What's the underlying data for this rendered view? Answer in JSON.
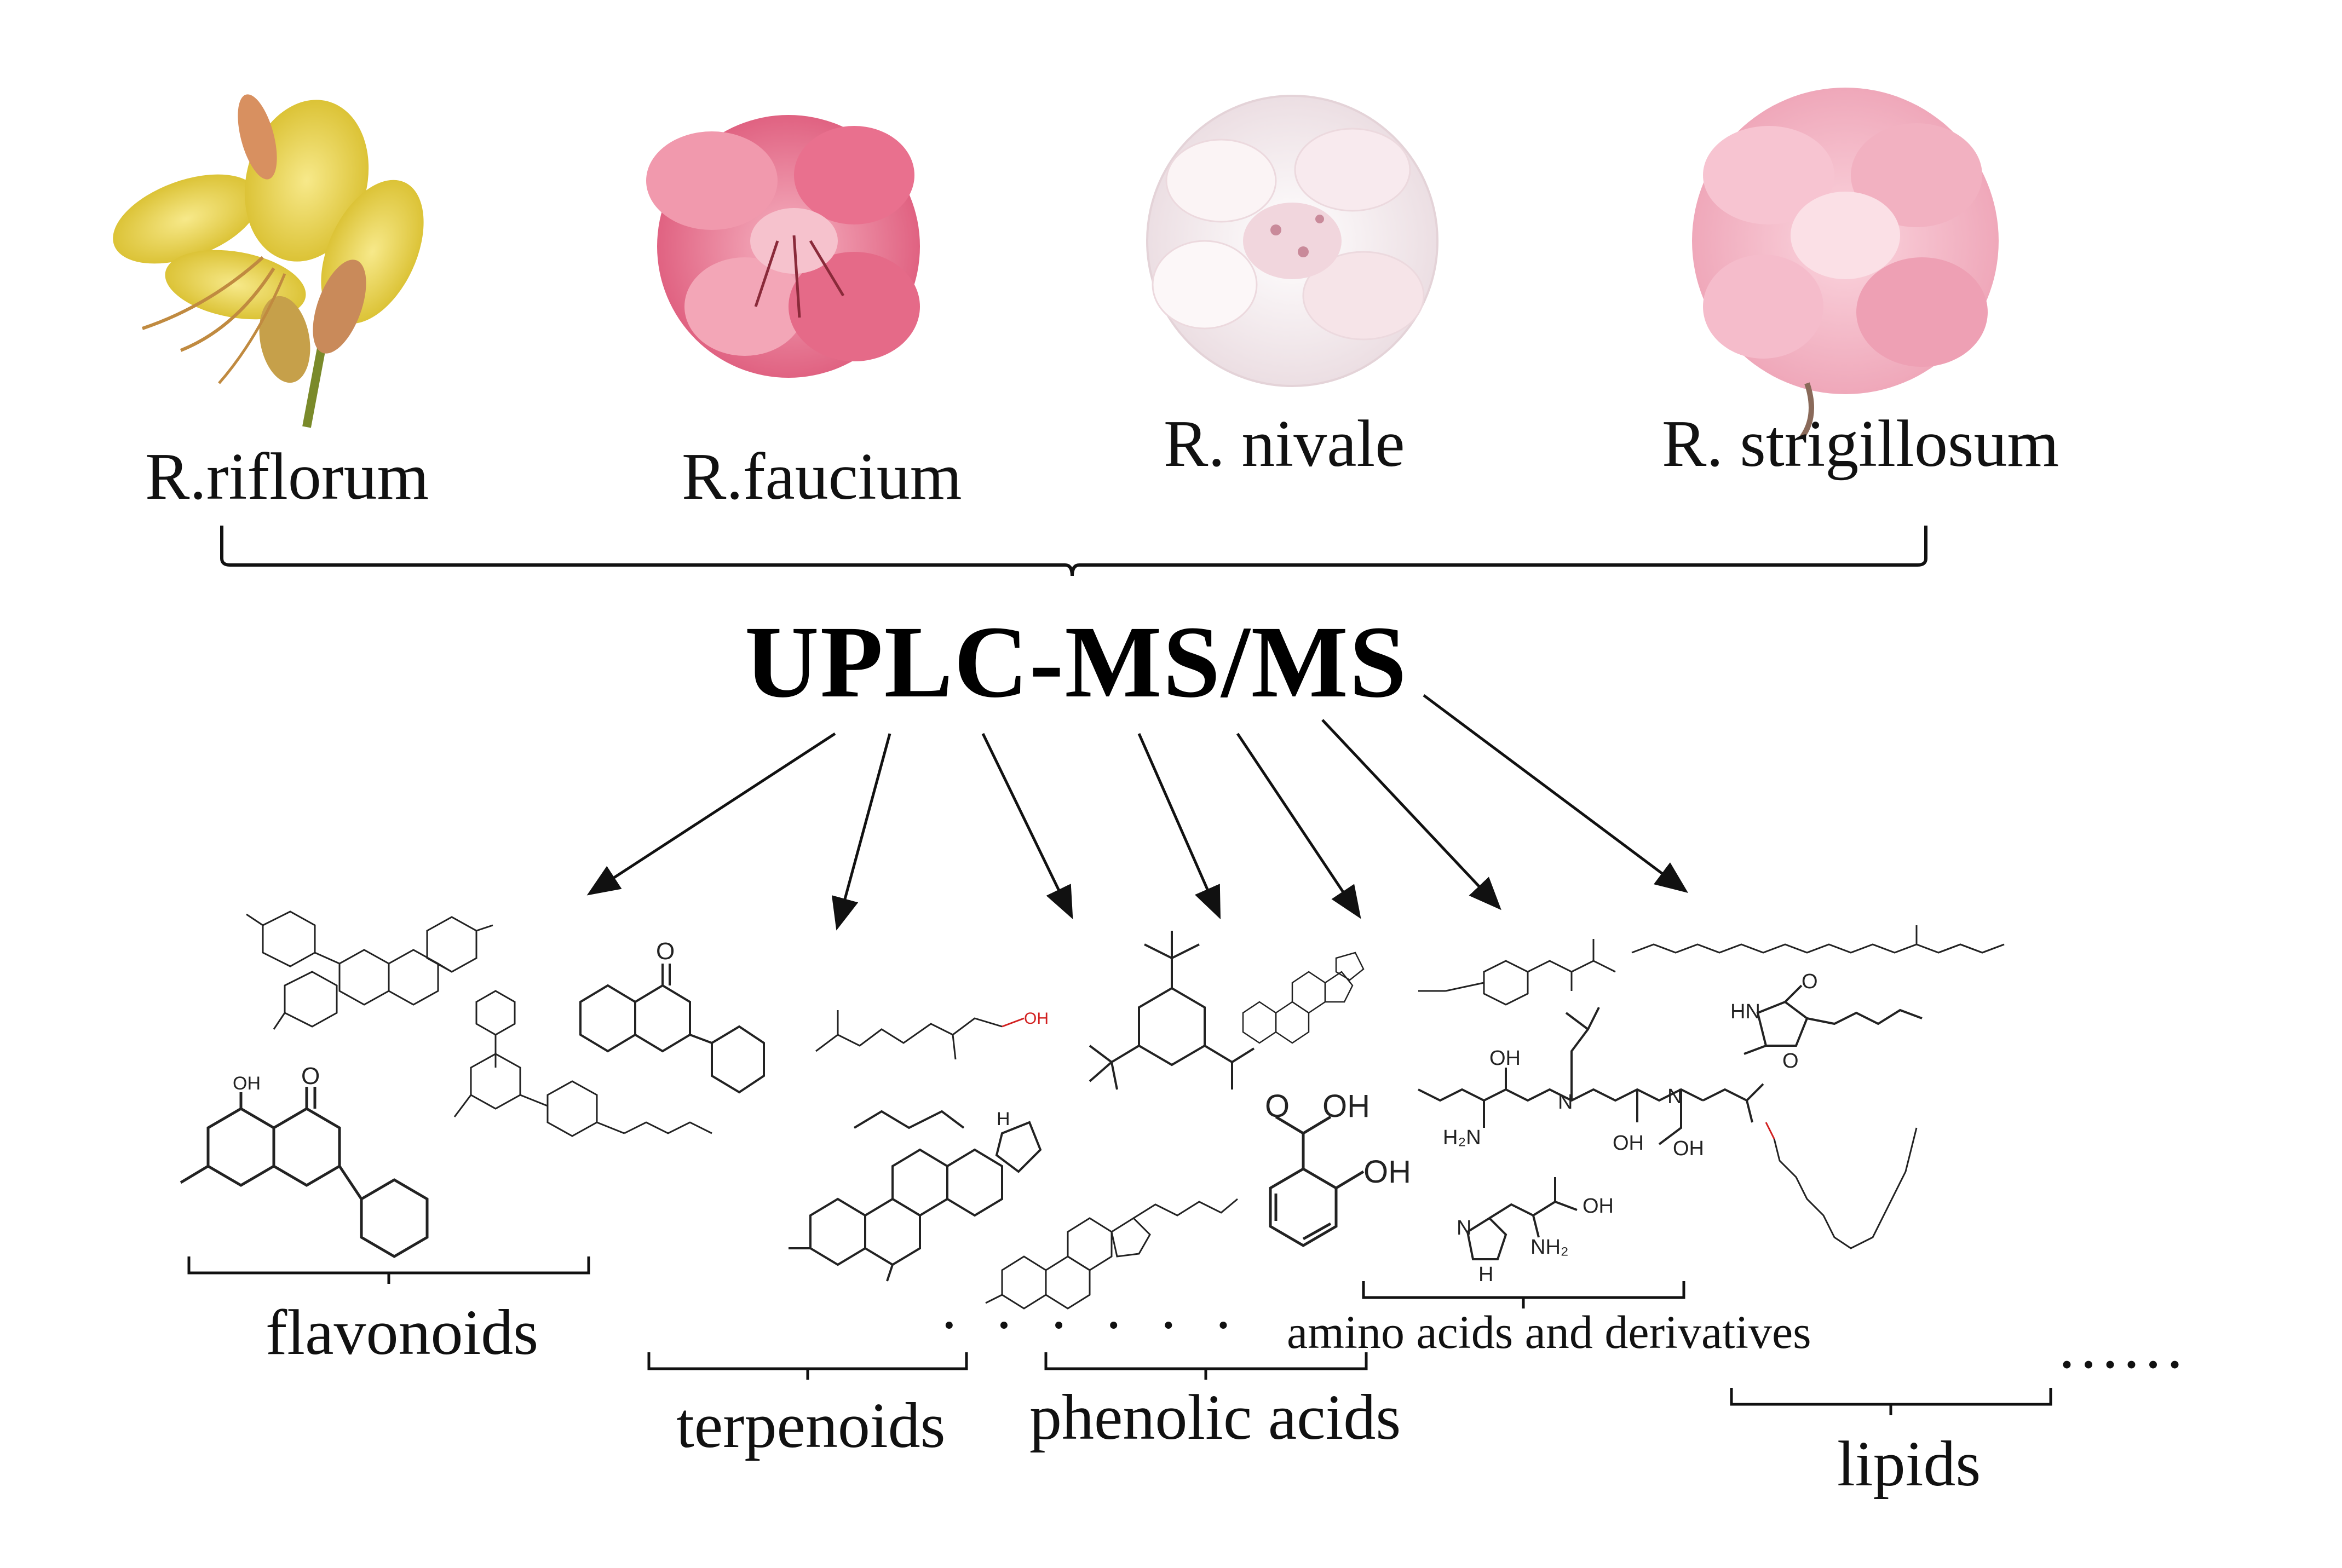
{
  "colors": {
    "ink": "#111111",
    "flower_yellow": "#e8d24a",
    "flower_pink": "#e8708c",
    "flower_white": "#f4ecee",
    "flower_light_pink": "#f1b3c4",
    "hydroxyl_red": "#d22020"
  },
  "species": [
    {
      "name": "R.riflorum",
      "flower_color": "yellow"
    },
    {
      "name": "R.faucium",
      "flower_color": "pink"
    },
    {
      "name": "R. nivale",
      "flower_color": "white"
    },
    {
      "name": "R. strigillosum",
      "flower_color": "light pink"
    }
  ],
  "method": "UPLC-MS/MS",
  "compound_classes": {
    "flavonoids": "flavonoids",
    "terpenoids": "terpenoids",
    "phenolic_acids": "phenolic acids",
    "amino_acids": "amino acids and derivatives",
    "lipids": "lipids",
    "more_dots": "· · · · · ·",
    "more_ellipsis": "……"
  },
  "structure_atoms": {
    "carbonyl_o": "O",
    "oh": "OH",
    "ring_o": "O",
    "amine": "H₂N",
    "amine_h": "H",
    "imide_nh": "HN",
    "n": "N",
    "nh": "NH₂",
    "h": "H"
  }
}
